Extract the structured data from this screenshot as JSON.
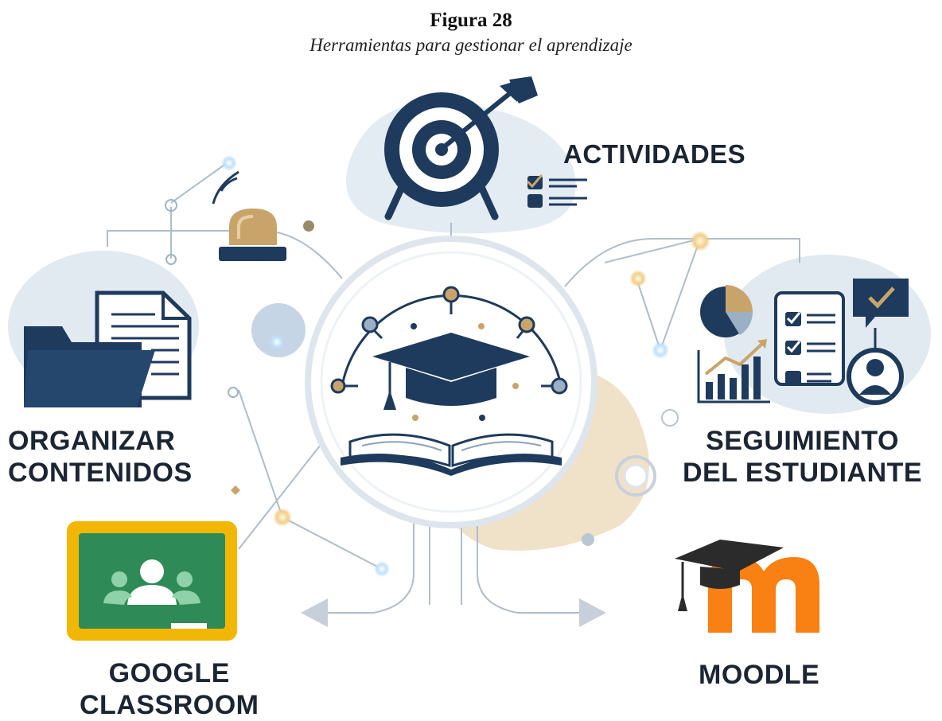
{
  "figure": {
    "title": "Figura 28",
    "subtitle": "Herramientas para gestionar el aprendizaje"
  },
  "nodes": {
    "center": {
      "icon": "graduation-cap-book-icon"
    },
    "actividades": {
      "label": "ACTIVIDADES",
      "icon": "target-arrow-icon"
    },
    "organizar": {
      "line1": "ORGANIZAR",
      "line2": "CONTENIDOS",
      "icon": "folder-documents-icon"
    },
    "seguimiento": {
      "line1": "SEGUIMIENTO",
      "line2": "DEL ESTUDIANTE",
      "icon": "analytics-checklist-icon"
    },
    "google": {
      "line1": "GOOGLE",
      "line2": "CLASSROOM",
      "icon": "google-classroom-logo"
    },
    "moodle": {
      "label": "MOODLE",
      "icon": "moodle-logo"
    }
  },
  "colors": {
    "navy": "#1e3a5c",
    "gold": "#c9a46a",
    "light_blue": "#dfe8f2",
    "classroom_green": "#2e8b57",
    "classroom_yellow": "#f2b705",
    "moodle_orange": "#f98012"
  }
}
